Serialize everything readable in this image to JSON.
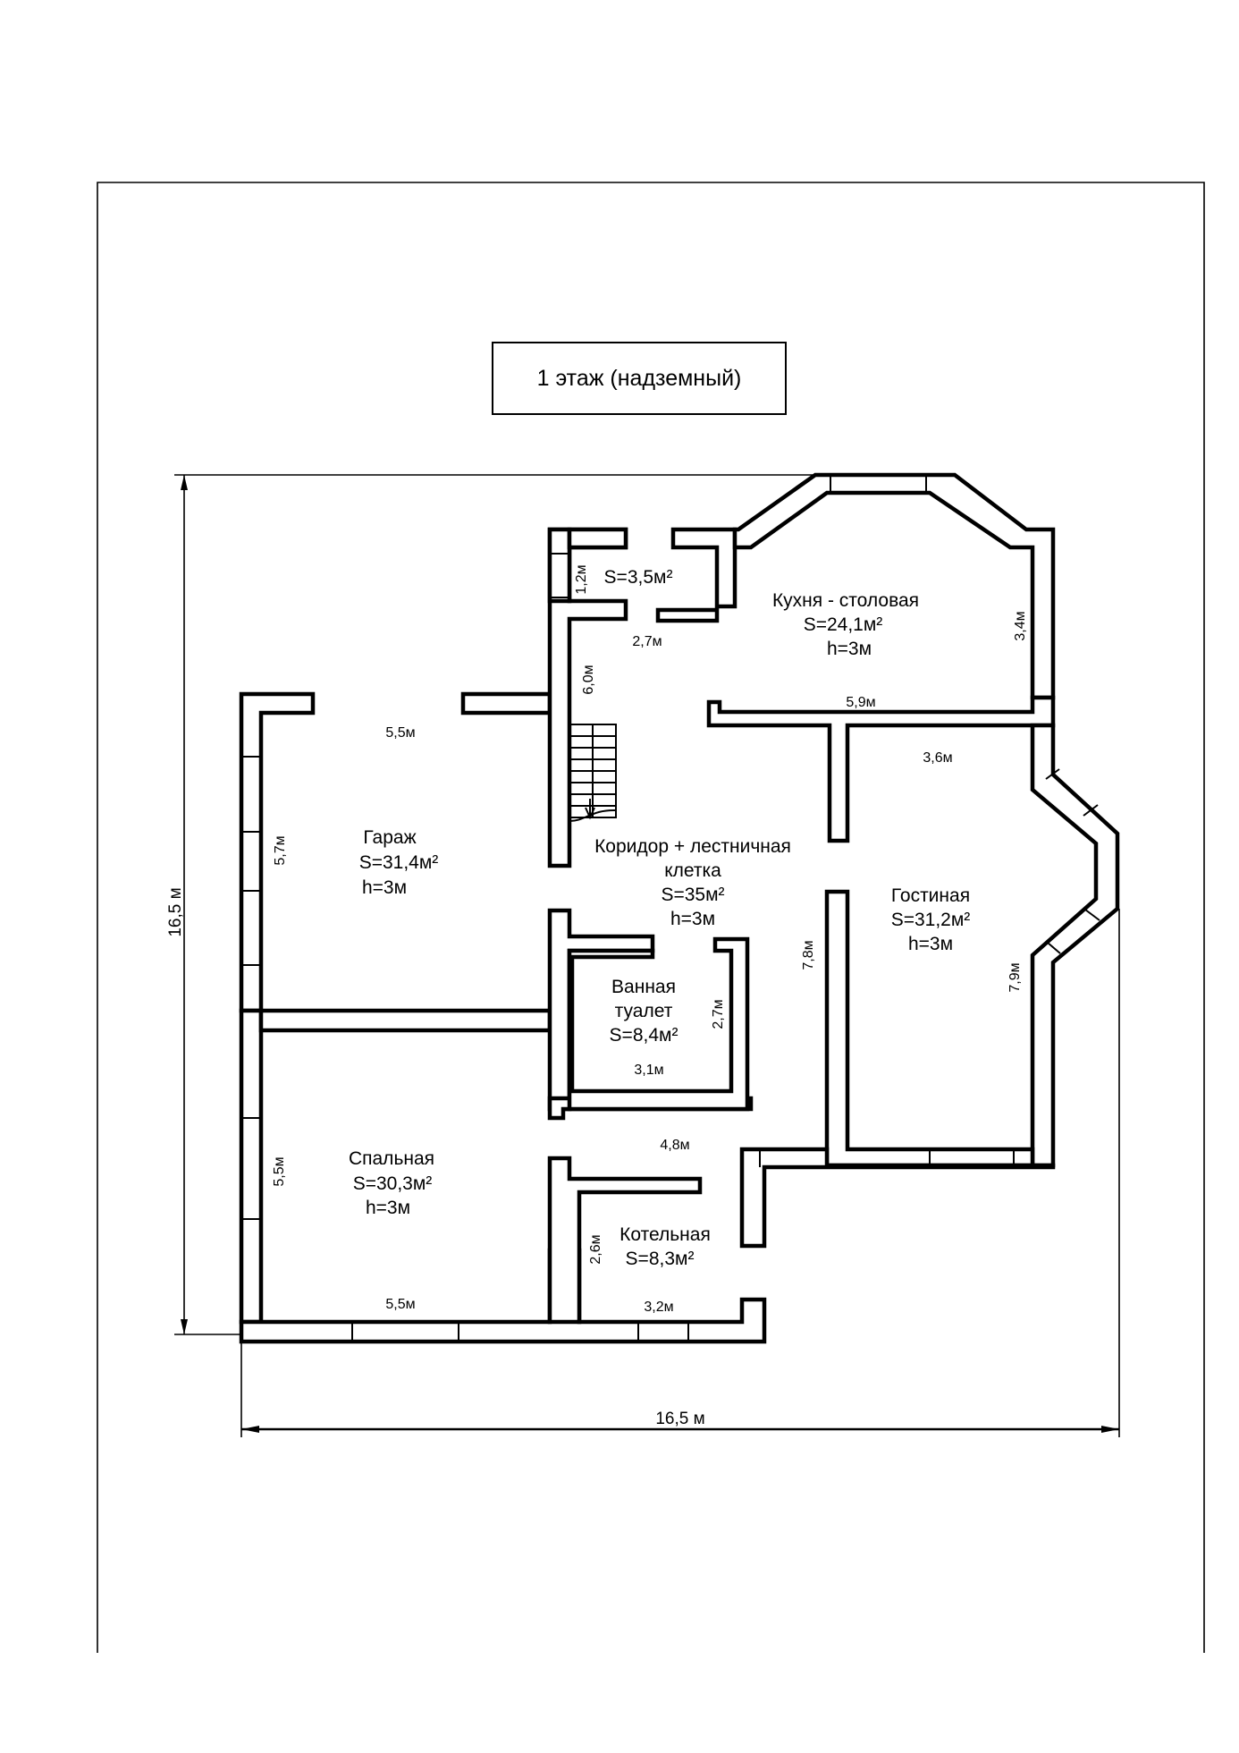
{
  "title": "1 этаж (надземный)",
  "overall_dimensions": {
    "width_label": "16,5 м",
    "height_label": "16,5 м"
  },
  "rooms": {
    "vestibule": {
      "area": "S=3,5м²",
      "dim_vertical": "1,2м",
      "dim_horizontal": "2,7м"
    },
    "kitchen": {
      "name": "Кухня - столовая",
      "area": "S=24,1м²",
      "height": "h=3м",
      "dim_horizontal": "5,9м",
      "dim_vertical": "3,4м"
    },
    "garage": {
      "name": "Гараж",
      "area": "S=31,4м²",
      "height": "h=3м",
      "dim_horizontal": "5,5м",
      "dim_vertical": "5,7м"
    },
    "corridor": {
      "name_line1": "Коридор + лестничная",
      "name_line2": "клетка",
      "area": "S=35м²",
      "height": "h=3м",
      "dim_vertical": "6,0м",
      "dim_horizontal": "4,8м"
    },
    "living": {
      "name": "Гостиная",
      "area": "S=31,2м²",
      "height": "h=3м",
      "dim_horizontal": "3,6м",
      "dim_vertical_left": "7,8м",
      "dim_vertical_right": "7,9м"
    },
    "bathroom": {
      "name_line1": "Ванная",
      "name_line2": "туалет",
      "area": "S=8,4м²",
      "dim_horizontal": "3,1м",
      "dim_vertical": "2,7м"
    },
    "bedroom": {
      "name": "Спальная",
      "area": "S=30,3м²",
      "height": "h=3м",
      "dim_horizontal": "5,5м",
      "dim_vertical": "5,5м"
    },
    "boiler": {
      "name": "Котельная",
      "area": "S=8,3м²",
      "dim_horizontal": "3,2м",
      "dim_vertical": "2,6м"
    }
  }
}
